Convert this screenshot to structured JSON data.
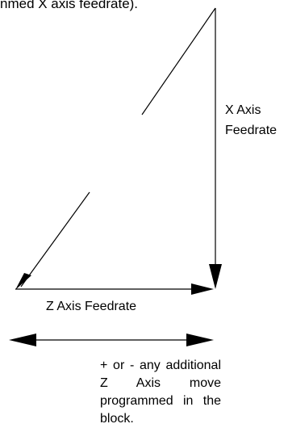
{
  "top_text": "nmed X axis feedrate).",
  "x_axis_label_line1": "X Axis",
  "x_axis_label_line2": "Feedrate",
  "z_axis_label": "Z Axis Feedrate",
  "additional_z_note": "+ or - any additional Z Axis move programmed in the block."
}
